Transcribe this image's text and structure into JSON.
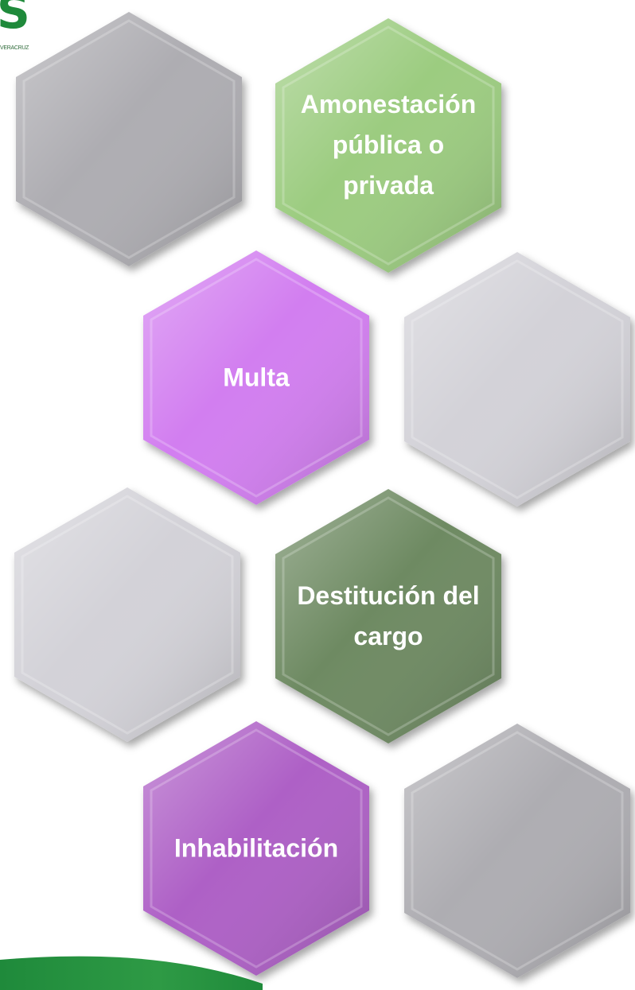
{
  "logo": {
    "mark": "S",
    "caption": "VERACRUZ"
  },
  "colors": {
    "gray_dark": "#aeadb2",
    "gray_light": "#d3d2d8",
    "green_light": "#9ccc80",
    "green_dark": "#6e8a62",
    "magenta": "#d27ef0",
    "purple": "#ae60c6",
    "brand_green": "#1f8a3b"
  },
  "hexagons": [
    {
      "label": "",
      "fill": "gray_dark"
    },
    {
      "label": "Amonestación pública o privada",
      "fill": "green_light"
    },
    {
      "label": "Multa",
      "fill": "magenta"
    },
    {
      "label": "",
      "fill": "gray_light"
    },
    {
      "label": "",
      "fill": "gray_light"
    },
    {
      "label": "Destitución del cargo",
      "fill": "green_dark"
    },
    {
      "label": "Inhabilitación",
      "fill": "purple"
    },
    {
      "label": "",
      "fill": "gray_dark"
    }
  ]
}
